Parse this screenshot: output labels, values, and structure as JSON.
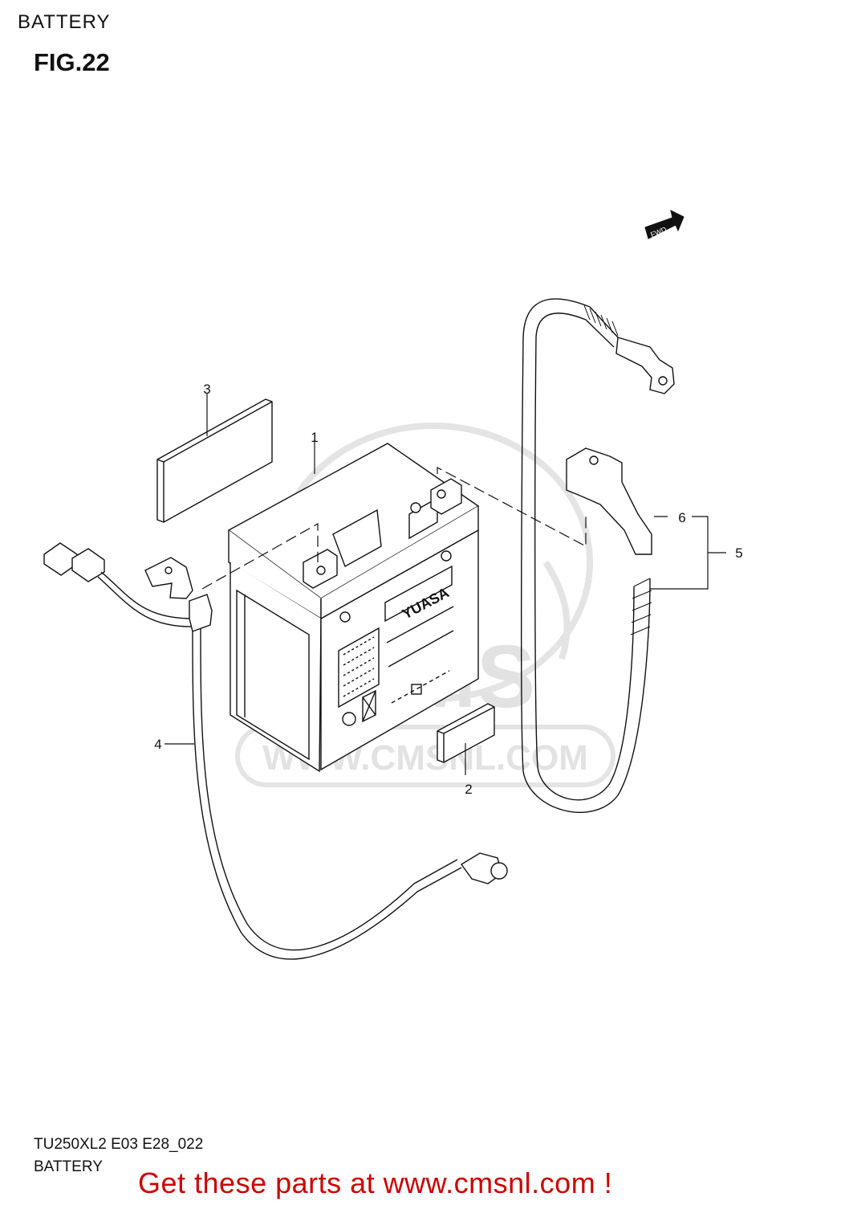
{
  "header": {
    "title": "BATTERY",
    "figure": "FIG.22"
  },
  "watermark": {
    "logo_text": "CMS",
    "url_text": "WWW.CMSNL.COM"
  },
  "battery": {
    "brand_label": "YUASA"
  },
  "fwd_marker": {
    "label": "FWD"
  },
  "callouts": [
    {
      "number": "1"
    },
    {
      "number": "2"
    },
    {
      "number": "3"
    },
    {
      "number": "4"
    },
    {
      "number": "5"
    },
    {
      "number": "6"
    }
  ],
  "footer": {
    "model_code": "TU250XL2 E03 E28_022",
    "subtitle": "BATTERY"
  },
  "promo": {
    "text": "Get these parts at www.cmsnl.com !",
    "color": "#cc0000"
  }
}
